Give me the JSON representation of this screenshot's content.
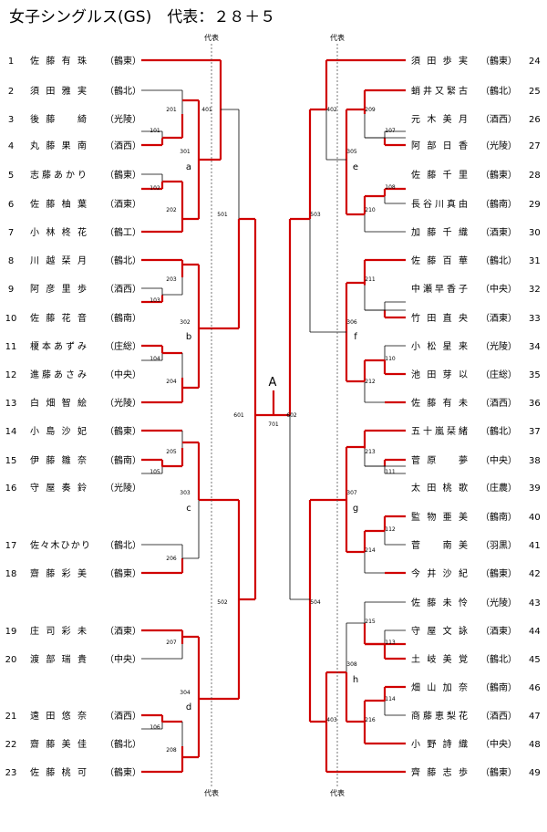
{
  "title": "女子シングルス(GS)　代表：２８＋５",
  "daihyo_label": "代表",
  "final_label": "A",
  "left_players": [
    {
      "no": "1",
      "name": "佐藤有珠",
      "club": "（鶴東）"
    },
    {
      "no": "2",
      "name": "須田雅実",
      "club": "（鶴北）"
    },
    {
      "no": "3",
      "name": "後藤　綺",
      "club": "（光陵）"
    },
    {
      "no": "4",
      "name": "丸藤果南",
      "club": "（酒西）"
    },
    {
      "no": "5",
      "name": "志藤あかり",
      "club": "（鶴東）"
    },
    {
      "no": "6",
      "name": "佐藤柚葉",
      "club": "（酒東）"
    },
    {
      "no": "7",
      "name": "小林柊花",
      "club": "（鶴工）"
    },
    {
      "no": "8",
      "name": "川越栞月",
      "club": "（鶴北）"
    },
    {
      "no": "9",
      "name": "阿彦里歩",
      "club": "（酒西）"
    },
    {
      "no": "10",
      "name": "佐藤花音",
      "club": "（鶴南）"
    },
    {
      "no": "11",
      "name": "榎本あずみ",
      "club": "（庄総）"
    },
    {
      "no": "12",
      "name": "進藤あさみ",
      "club": "（中央）"
    },
    {
      "no": "13",
      "name": "白畑智絵",
      "club": "（光陵）"
    },
    {
      "no": "14",
      "name": "小島沙妃",
      "club": "（鶴東）"
    },
    {
      "no": "15",
      "name": "伊藤雛奈",
      "club": "（鶴南）"
    },
    {
      "no": "16",
      "name": "守屋奏鈴",
      "club": "（光陵）"
    },
    {
      "no": "17",
      "name": "佐々木ひかり",
      "club": "（鶴北）"
    },
    {
      "no": "18",
      "name": "齋藤彩美",
      "club": "（鶴東）"
    },
    {
      "no": "19",
      "name": "庄司彩未",
      "club": "（酒東）"
    },
    {
      "no": "20",
      "name": "渡部瑞貴",
      "club": "（中央）"
    },
    {
      "no": "21",
      "name": "遠田悠奈",
      "club": "（酒西）"
    },
    {
      "no": "22",
      "name": "齋藤美佳",
      "club": "（鶴北）"
    },
    {
      "no": "23",
      "name": "佐藤桃可",
      "club": "（鶴東）"
    }
  ],
  "right_players": [
    {
      "no": "24",
      "name": "須田歩実",
      "club": "（鶴東）"
    },
    {
      "no": "25",
      "name": "蛸井又緊古",
      "club": "（鶴北）"
    },
    {
      "no": "26",
      "name": "元木美月",
      "club": "（酒西）"
    },
    {
      "no": "27",
      "name": "阿部日香",
      "club": "（光陵）"
    },
    {
      "no": "28",
      "name": "佐藤千里",
      "club": "（鶴東）"
    },
    {
      "no": "29",
      "name": "長谷川真由",
      "club": "（鶴南）"
    },
    {
      "no": "30",
      "name": "加藤千織",
      "club": "（酒東）"
    },
    {
      "no": "31",
      "name": "佐藤百華",
      "club": "（鶴北）"
    },
    {
      "no": "32",
      "name": "中瀬早香子",
      "club": "（中央）"
    },
    {
      "no": "33",
      "name": "竹田直央",
      "club": "（酒東）"
    },
    {
      "no": "34",
      "name": "小松星来",
      "club": "（光陵）"
    },
    {
      "no": "35",
      "name": "池田芽以",
      "club": "（庄総）"
    },
    {
      "no": "36",
      "name": "佐藤有未",
      "club": "（酒西）"
    },
    {
      "no": "37",
      "name": "五十嵐栞緒",
      "club": "（鶴北）"
    },
    {
      "no": "38",
      "name": "菅原　夢",
      "club": "（中央）"
    },
    {
      "no": "39",
      "name": "太田桃歌",
      "club": "（庄農）"
    },
    {
      "no": "40",
      "name": "監物亜美",
      "club": "（鶴南）"
    },
    {
      "no": "41",
      "name": "菅　南美",
      "club": "（羽黒）"
    },
    {
      "no": "42",
      "name": "今井沙紀",
      "club": "（鶴東）"
    },
    {
      "no": "43",
      "name": "佐藤未怜",
      "club": "（光陵）"
    },
    {
      "no": "44",
      "name": "守屋文詠",
      "club": "（酒東）"
    },
    {
      "no": "45",
      "name": "土岐美覚",
      "club": "（鶴北）"
    },
    {
      "no": "46",
      "name": "畑山加奈",
      "club": "（鶴南）"
    },
    {
      "no": "47",
      "name": "商藤恵梨花",
      "club": "（酒西）"
    },
    {
      "no": "48",
      "name": "小野詩織",
      "club": "（中央）"
    },
    {
      "no": "49",
      "name": "齊藤志歩",
      "club": "（鶴東）"
    }
  ],
  "matches": {
    "101": "101",
    "102": "102",
    "103": "103",
    "104": "104",
    "105": "105",
    "106": "106",
    "107": "107",
    "108": "108",
    "110": "110",
    "111": "111",
    "112": "112",
    "113": "113",
    "114": "114",
    "201": "201",
    "202": "202",
    "203": "203",
    "204": "204",
    "205": "205",
    "206": "206",
    "207": "207",
    "208": "208",
    "209": "209",
    "210": "210",
    "211": "211",
    "212": "212",
    "213": "213",
    "214": "214",
    "215": "215",
    "216": "216",
    "301": "301",
    "302": "302",
    "303": "303",
    "304": "304",
    "305": "305",
    "306": "306",
    "307": "307",
    "308": "308",
    "401": "401",
    "402": "402",
    "403": "403",
    "501": "501",
    "502": "502",
    "503": "503",
    "504": "504",
    "601": "601",
    "602": "602",
    "701": "701"
  },
  "groups": {
    "a": "a",
    "b": "b",
    "c": "c",
    "d": "d",
    "e": "e",
    "f": "f",
    "g": "g",
    "h": "h"
  },
  "colors": {
    "win": "#d00000",
    "line": "#000000",
    "dash": "#555555"
  }
}
